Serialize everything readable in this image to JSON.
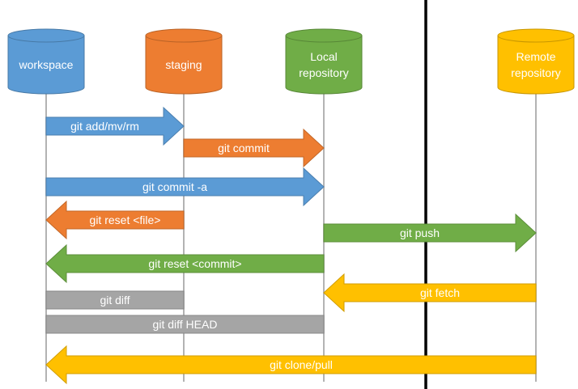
{
  "colors": {
    "workspace": "#5B9BD5",
    "staging": "#ED7D31",
    "local": "#70AD47",
    "remote": "#FFC000",
    "diff": "#A5A5A5",
    "lifeline": "#B3B3B3",
    "divider": "#000000"
  },
  "nodes": [
    {
      "id": "workspace",
      "label": [
        "workspace"
      ],
      "color": "workspace"
    },
    {
      "id": "staging",
      "label": [
        "staging"
      ],
      "color": "staging"
    },
    {
      "id": "local",
      "label": [
        "Local",
        "repository"
      ],
      "color": "local"
    },
    {
      "id": "remote",
      "label": [
        "Remote",
        "repository"
      ],
      "color": "remote"
    }
  ],
  "commands": [
    {
      "id": "git-add",
      "label": "git add/mv/rm",
      "from": "workspace",
      "to": "staging",
      "style": "arrow",
      "color": "workspace"
    },
    {
      "id": "git-commit",
      "label": "git commit",
      "from": "staging",
      "to": "local",
      "style": "arrow",
      "color": "staging"
    },
    {
      "id": "git-commit-a",
      "label": "git commit -a",
      "from": "workspace",
      "to": "local",
      "style": "arrow",
      "color": "workspace"
    },
    {
      "id": "git-reset-file",
      "label": "git reset <file>",
      "from": "staging",
      "to": "workspace",
      "style": "arrow",
      "color": "staging"
    },
    {
      "id": "git-push",
      "label": "git push",
      "from": "local",
      "to": "remote",
      "style": "arrow",
      "color": "local"
    },
    {
      "id": "git-reset-commit",
      "label": "git reset <commit>",
      "from": "local",
      "to": "workspace",
      "style": "arrow",
      "color": "local"
    },
    {
      "id": "git-fetch",
      "label": "git fetch",
      "from": "remote",
      "to": "local",
      "style": "arrow",
      "color": "remote"
    },
    {
      "id": "git-diff",
      "label": "git diff",
      "from": "workspace",
      "to": "staging",
      "style": "bar",
      "color": "diff"
    },
    {
      "id": "git-diff-head",
      "label": "git diff HEAD",
      "from": "workspace",
      "to": "local",
      "style": "bar",
      "color": "diff"
    },
    {
      "id": "git-clone-pull",
      "label": "git clone/pull",
      "from": "remote",
      "to": "workspace",
      "style": "arrow",
      "color": "remote"
    }
  ]
}
